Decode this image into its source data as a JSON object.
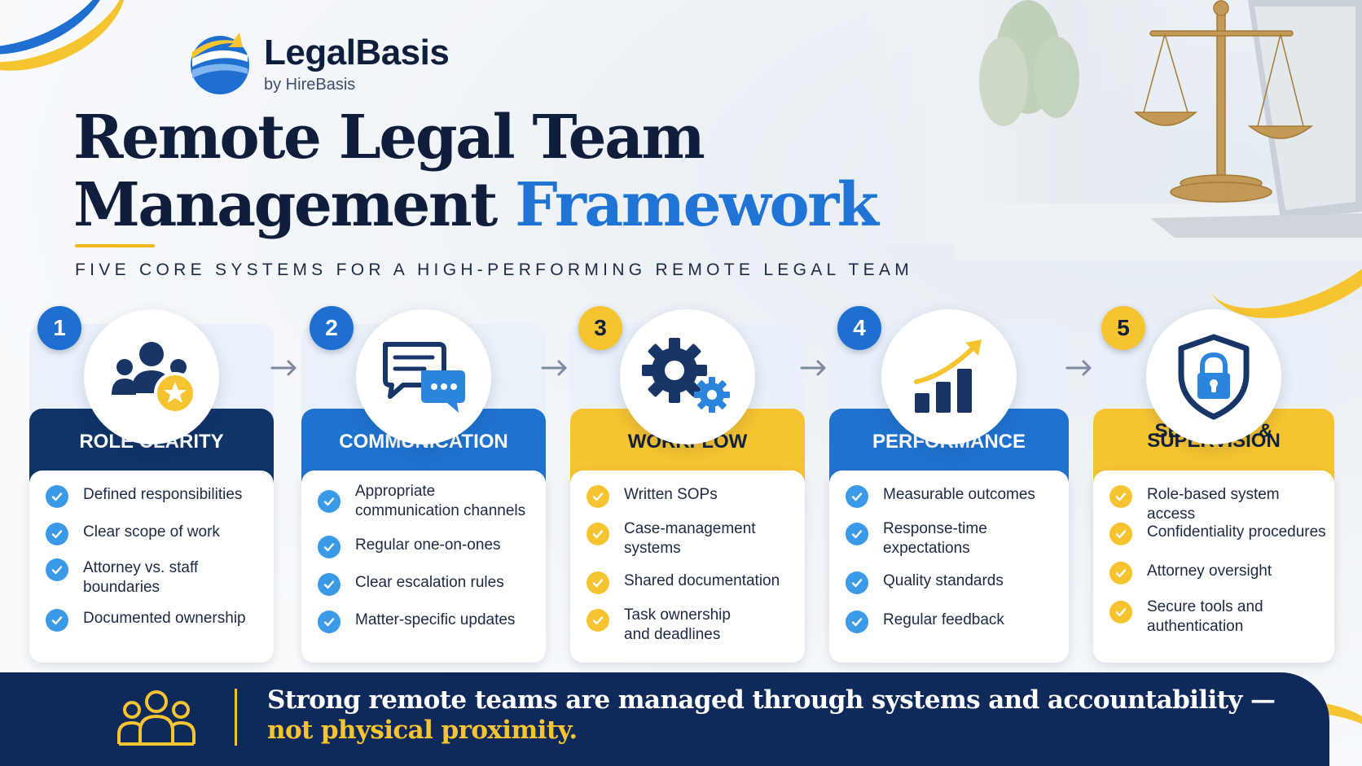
{
  "brand": {
    "name": "LegalBasis",
    "sub": "by HireBasis"
  },
  "title": {
    "line1": "Remote Legal Team",
    "line2_part1": "Management",
    "line2_accent": "Framework"
  },
  "subtitle": "FIVE CORE SYSTEMS FOR A HIGH-PERFORMING REMOTE LEGAL TEAM",
  "colors": {
    "navy": "#0f3468",
    "blue": "#1f73cf",
    "gold": "#f6c431",
    "footer": "#0f2a5a"
  },
  "cards": [
    {
      "number": "1",
      "icon": "team-star-icon",
      "heading": "ROLE CLARITY",
      "items": [
        "Defined responsibilities",
        "Clear scope of work",
        "Attorney vs. staff boundaries",
        "Documented ownership"
      ]
    },
    {
      "number": "2",
      "icon": "chat-bubbles-icon",
      "heading": "COMMUNICATION",
      "items": [
        "Appropriate communication channels",
        "Regular one-on-ones",
        "Clear escalation rules",
        "Matter-specific updates"
      ]
    },
    {
      "number": "3",
      "icon": "gears-icon",
      "heading": "WORKFLOW",
      "items": [
        "Written SOPs",
        "Case-management systems",
        "Shared documentation",
        "Task ownership and deadlines"
      ]
    },
    {
      "number": "4",
      "icon": "growth-chart-icon",
      "heading": "PERFORMANCE",
      "items": [
        "Measurable outcomes",
        "Response-time expectations",
        "Quality standards",
        "Regular feedback"
      ]
    },
    {
      "number": "5",
      "icon": "shield-lock-icon",
      "heading_line1": "SECURITY &",
      "heading_line2": "SUPERVISION",
      "items": [
        "Role-based system access",
        "Confidentiality procedures",
        "Attorney oversight",
        "Secure tools and authentication"
      ]
    }
  ],
  "footer": {
    "icon": "team-outline-icon",
    "text_main": "Strong remote teams are managed through systems and accountability —",
    "text_accent": "not physical proximity."
  }
}
